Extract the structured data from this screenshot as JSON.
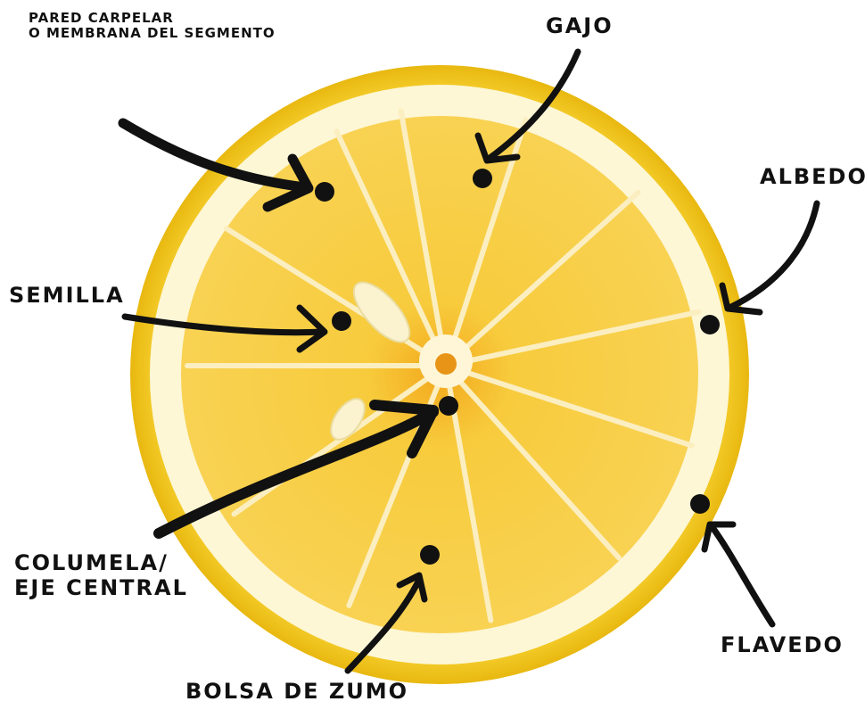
{
  "colors": {
    "rind": "#f7c81e",
    "albedo": "#fdf6d2",
    "pulp": "#f6c52f",
    "membrane": "#fbeec0",
    "ink": "#111111"
  },
  "labels": {
    "pared": [
      "PARED CARPELAR",
      "O MEMBRANA DEL SEGMENTO"
    ],
    "gajo": "GAJO",
    "albedo": "ALBEDO",
    "semilla": "SEMILLA",
    "columela": [
      "COLUMELA/",
      "EJE CENTRAL"
    ],
    "flavedo": "FLAVEDO",
    "bolsa": "BOLSA DE ZUMO"
  }
}
